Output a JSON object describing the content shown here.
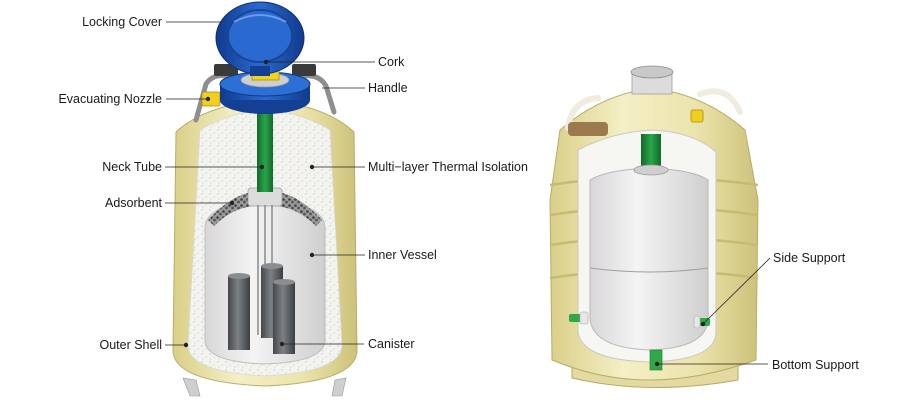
{
  "labels": {
    "locking_cover": "Locking Cover",
    "cork": "Cork",
    "handle": "Handle",
    "evacuating_nozzle": "Evacuating Nozzle",
    "neck_tube": "Neck Tube",
    "multi_layer_isolation": "Multi−layer Thermal Isolation",
    "adsorbent": "Adsorbent",
    "inner_vessel": "Inner Vessel",
    "outer_shell": "Outer Shell",
    "canister": "Canister",
    "side_support": "Side Support",
    "bottom_support": "Bottom Support"
  },
  "colors": {
    "outer_shell": "#eee7b0",
    "outer_shell_shade": "#d8cd86",
    "insulation": "#f2f2ee",
    "inner_vessel": "#e9e9e9",
    "neck_tube": "#1e8a3a",
    "cover": "#1d55b8",
    "cover_dark": "#123a86",
    "cork": "#f3d21b",
    "canister": "#5f6265",
    "adsorbent": "#7b7b7b",
    "support": "#2fa84a"
  }
}
